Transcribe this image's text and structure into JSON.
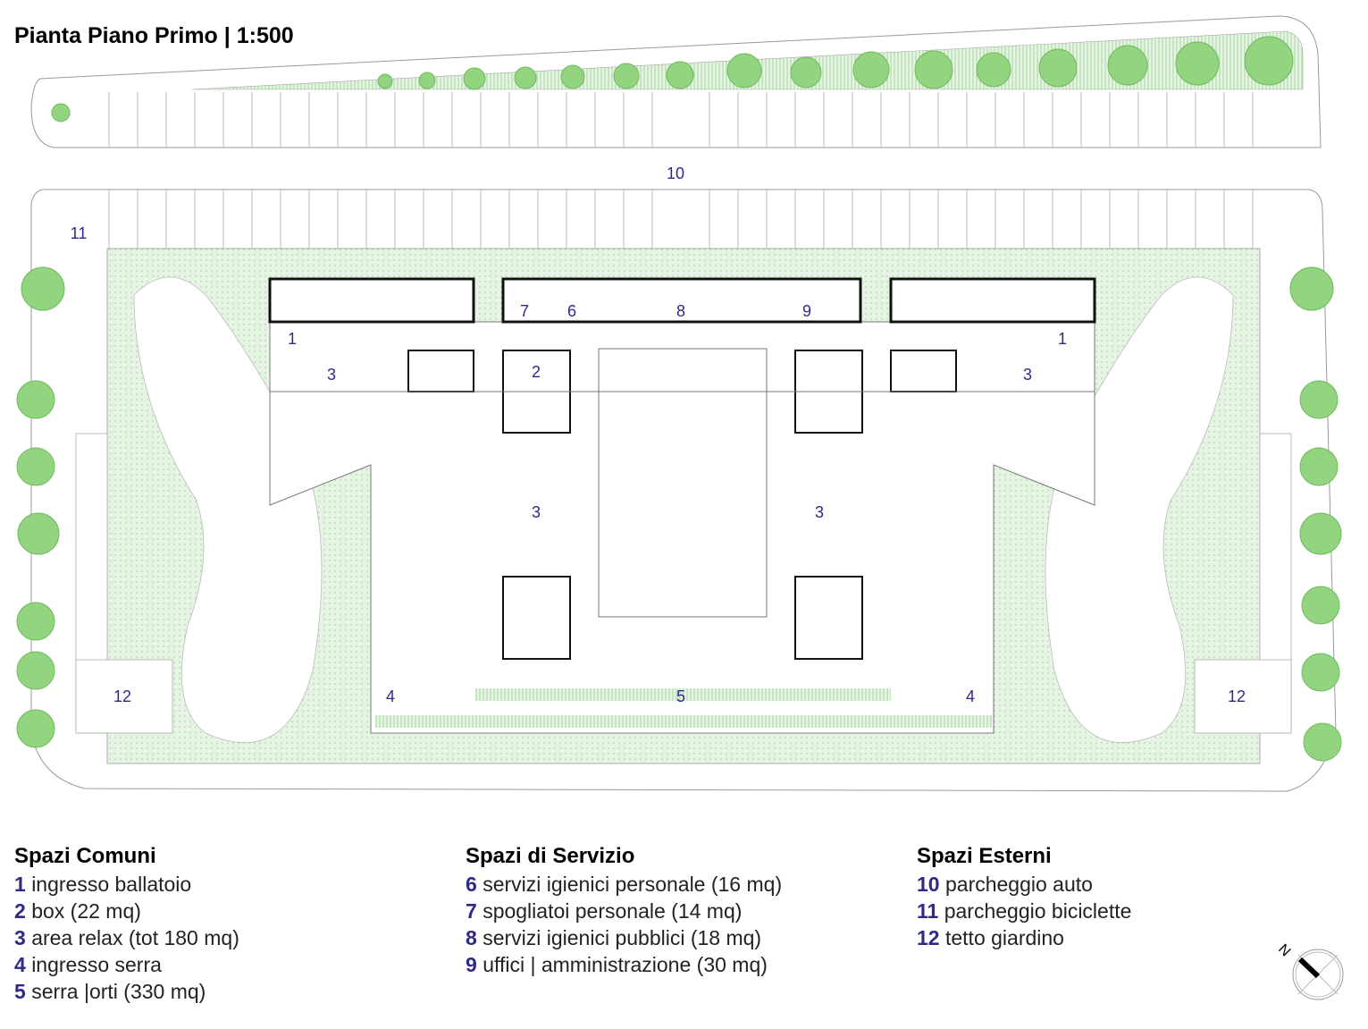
{
  "title": "Pianta Piano Primo | 1:500",
  "plan_labels": [
    "10",
    "11",
    "1",
    "1",
    "3",
    "2",
    "3",
    "7",
    "6",
    "8",
    "9",
    "3",
    "3",
    "12",
    "4",
    "5",
    "4",
    "12"
  ],
  "legend": [
    {
      "heading": "Spazi Comuni",
      "items": [
        {
          "num": "1",
          "text": "ingresso ballatoio"
        },
        {
          "num": "2",
          "text": "box (22 mq)"
        },
        {
          "num": "3",
          "text": "area relax (tot 180 mq)"
        },
        {
          "num": "4",
          "text": "ingresso serra"
        },
        {
          "num": "5",
          "text": "serra |orti (330 mq)"
        }
      ]
    },
    {
      "heading": "Spazi di Servizio",
      "items": [
        {
          "num": "6",
          "text": "servizi igienici personale (16 mq)"
        },
        {
          "num": "7",
          "text": "spogliatoi personale (14 mq)"
        },
        {
          "num": "8",
          "text": "servizi igienici pubblici (18 mq)"
        },
        {
          "num": "9",
          "text": "uffici | amministrazione (30 mq)"
        }
      ]
    },
    {
      "heading": "Spazi Esterni",
      "items": [
        {
          "num": "10",
          "text": "parcheggio auto"
        },
        {
          "num": "11",
          "text": "parcheggio biciclette"
        },
        {
          "num": "12",
          "text": "tetto giardino"
        }
      ]
    }
  ],
  "north_label": "N",
  "colors": {
    "label": "#2f2a86",
    "garden": "#e4f4e1",
    "tree": "#92d47f",
    "wall": "#111111"
  }
}
